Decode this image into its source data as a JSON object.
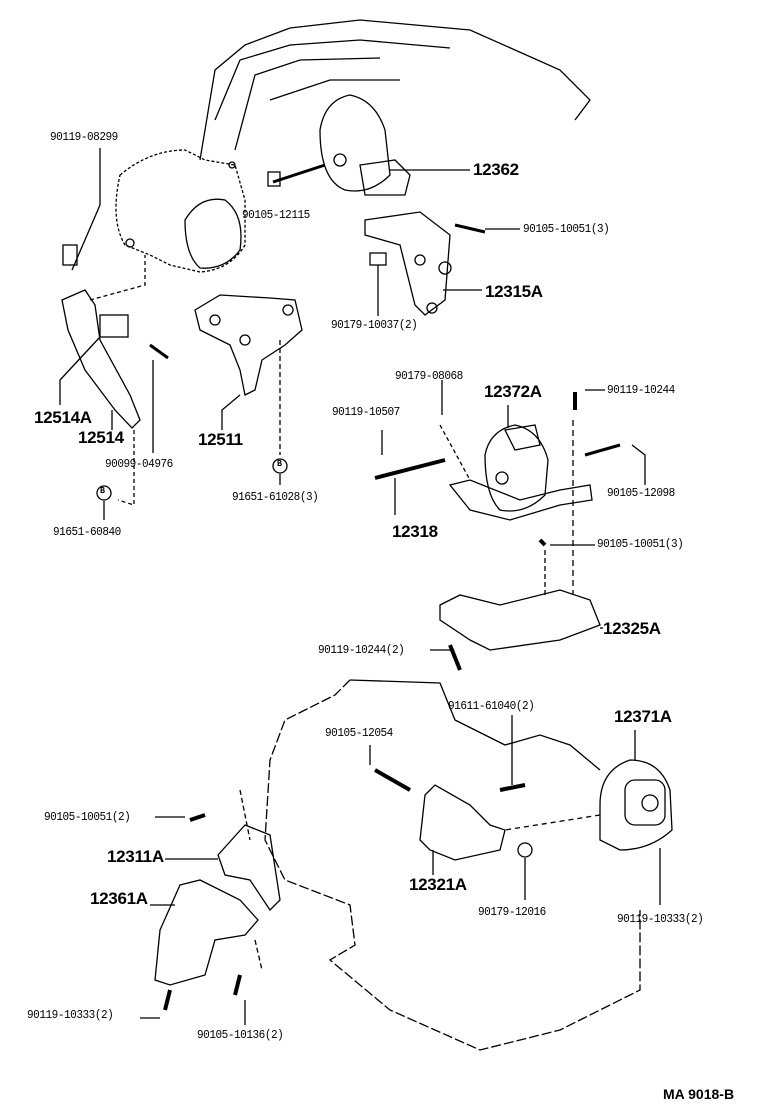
{
  "diagram": {
    "code": "MA 9018-B",
    "parts": {
      "p12362": "12362",
      "p12315A": "12315A",
      "p12514A": "12514A",
      "p12514": "12514",
      "p12511": "12511",
      "p12372A": "12372A",
      "p12318": "12318",
      "p12325A": "12325A",
      "p12371A": "12371A",
      "p12311A": "12311A",
      "p12361A": "12361A",
      "p12321A": "12321A"
    },
    "fasteners": {
      "f1": "90119-08299",
      "f2": "90105-12115",
      "f3": "90105-10051(3)",
      "f4": "90179-10037(2)",
      "f5": "90179-08068",
      "f6": "90119-10244",
      "f7": "90119-10507",
      "f8": "90105-12098",
      "f9": "90099-04976",
      "f10": "91651-61028(3)",
      "f11": "91651-60840",
      "f12": "90105-10051(3)",
      "f13": "90119-10244(2)",
      "f14": "91611-61040(2)",
      "f15": "90105-12054",
      "f16": "90105-10051(2)",
      "f17": "90179-12016",
      "f18": "90119-10333(2)",
      "f19": "90119-10333(2)",
      "f20": "90105-10136(2)"
    },
    "marker": "B"
  }
}
